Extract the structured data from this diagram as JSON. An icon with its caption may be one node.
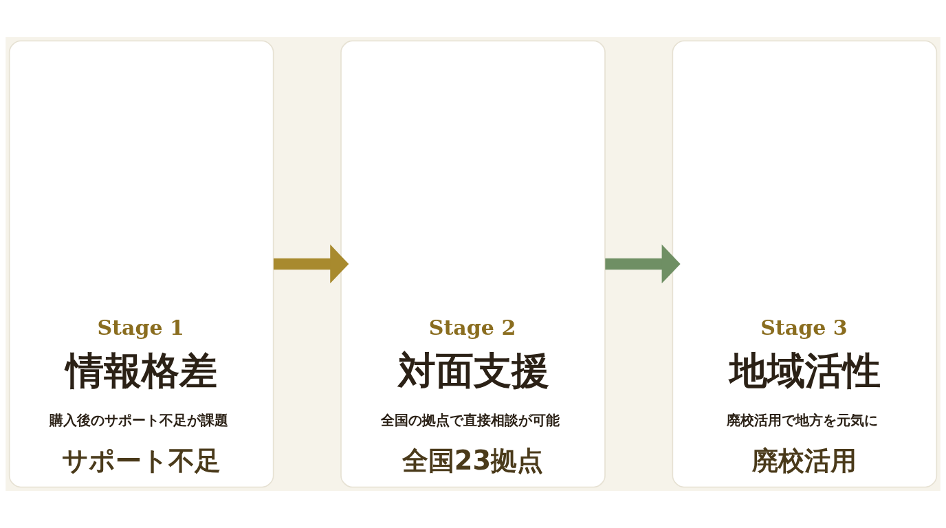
{
  "diagram": {
    "nodes": [
      {
        "text": [
          "Stage 1",
          "情報格差",
          "購入後のサポート不足が課題",
          "サポート不足"
        ]
      },
      {
        "text": [
          "Stage 2",
          "対面支援",
          "全国の拠点で直接相談が可能",
          "全国23拠点"
        ]
      },
      {
        "text": [
          "Stage 3",
          "地域活性",
          "廃校活用で地方を元気に",
          "廃校活用"
        ]
      }
    ],
    "edges": [
      {
        "from": 0,
        "to": 1,
        "arrow": "to",
        "color": "#a88a2e"
      },
      {
        "from": 1,
        "to": 2,
        "arrow": "to",
        "color": "#6f8f64"
      }
    ]
  }
}
